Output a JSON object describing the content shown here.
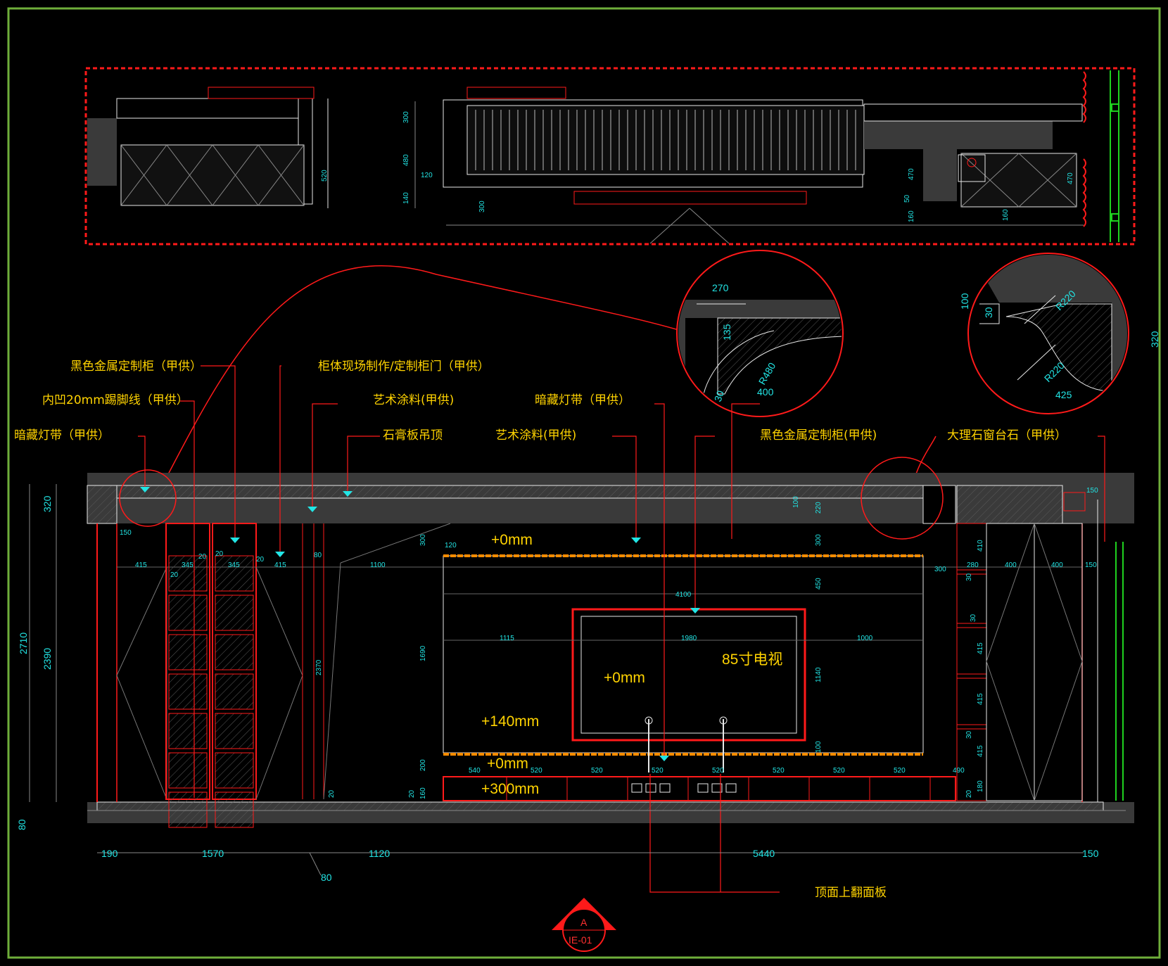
{
  "colors": {
    "background": "#000000",
    "border": "#6fae3a",
    "red": "#ff1a1a",
    "cyan": "#22e5e5",
    "yellow": "#ffd300",
    "orange": "#ff8c00",
    "gray": "#3a3a3a",
    "white": "#e8e8e8",
    "green": "#1fd11f"
  },
  "callouts": {
    "black_metal_cabinet_left": "黑色金属定制柜（甲供）",
    "cabinet_onsite": "柜体现场制作/定制柜门（甲供）",
    "recessed_skirting": "内凹20mm踢脚线（甲供）",
    "art_paint_1": "艺术涂料(甲供)",
    "hidden_light_1": "暗藏灯带（甲供）",
    "hidden_light_left": "暗藏灯带（甲供）",
    "gypsum_ceiling": "石膏板吊顶",
    "art_paint_2": "艺术涂料(甲供)",
    "black_metal_cabinet_right": "黑色金属定制柜(甲供)",
    "marble_sill": "大理石窗台石（甲供）",
    "ceiling_flip_panel": "顶面上翻面板"
  },
  "levels": {
    "top": "+0mm",
    "tv": "+0mm",
    "mid": "+140mm",
    "bench": "+0mm",
    "bottom": "+300mm"
  },
  "tv_label": "85寸电视",
  "section_tag": {
    "letter": "A",
    "code": "IE-01"
  },
  "detail_left": {
    "d1": "270",
    "d2": "135",
    "d3": "400",
    "d4": "R480",
    "d5": "30"
  },
  "detail_right": {
    "d1": "100",
    "d2": "30",
    "d3": "R220",
    "d4": "R220",
    "d5": "425",
    "d6": "320"
  },
  "bottom_dims": [
    "190",
    "1570",
    "1120",
    "5440",
    "150"
  ],
  "bottom_sub_dim": "80",
  "left_dims": {
    "d320": "320",
    "d2710": "2710",
    "d2390": "2390",
    "d80": "80"
  },
  "plan_dims": {
    "p300": "300",
    "p480": "480",
    "p140": "140",
    "p120": "120",
    "p520": "520",
    "p300b": "300",
    "p470a": "470",
    "p50": "50",
    "p160a": "160",
    "p160b": "160",
    "p470b": "470"
  },
  "elev_dims": {
    "e150a": "150",
    "e415a": "415",
    "e345a": "345",
    "e345b": "345",
    "e415b": "415",
    "e20a": "20",
    "e20b": "20",
    "e20c": "20",
    "e20d": "20",
    "e80": "80",
    "e1100": "1100",
    "e2370": "2370",
    "e20e": "20",
    "e300a": "300",
    "e120": "120",
    "e4100": "4100",
    "e1115": "1115",
    "e1980": "1980",
    "e1000": "1000",
    "e1690": "1690",
    "e200": "200",
    "e20f": "20",
    "e160": "160",
    "e540": "540",
    "e520a": "520",
    "e520b": "520",
    "e520c": "520",
    "e520d": "520",
    "e520e": "520",
    "e520f": "520",
    "e520g": "520",
    "e490": "490",
    "e100": "100",
    "e220": "220",
    "e300b": "300",
    "e450": "450",
    "e1140": "1140",
    "e100b": "100",
    "e300c": "300",
    "e280": "280",
    "e400a": "400",
    "e400b": "400",
    "e150b": "150",
    "e150c": "150",
    "e410": "410",
    "e30a": "30",
    "e30b": "30",
    "e415c": "415",
    "e415d": "415",
    "e30c": "30",
    "e415e": "415",
    "e180": "180",
    "e20g": "20"
  }
}
